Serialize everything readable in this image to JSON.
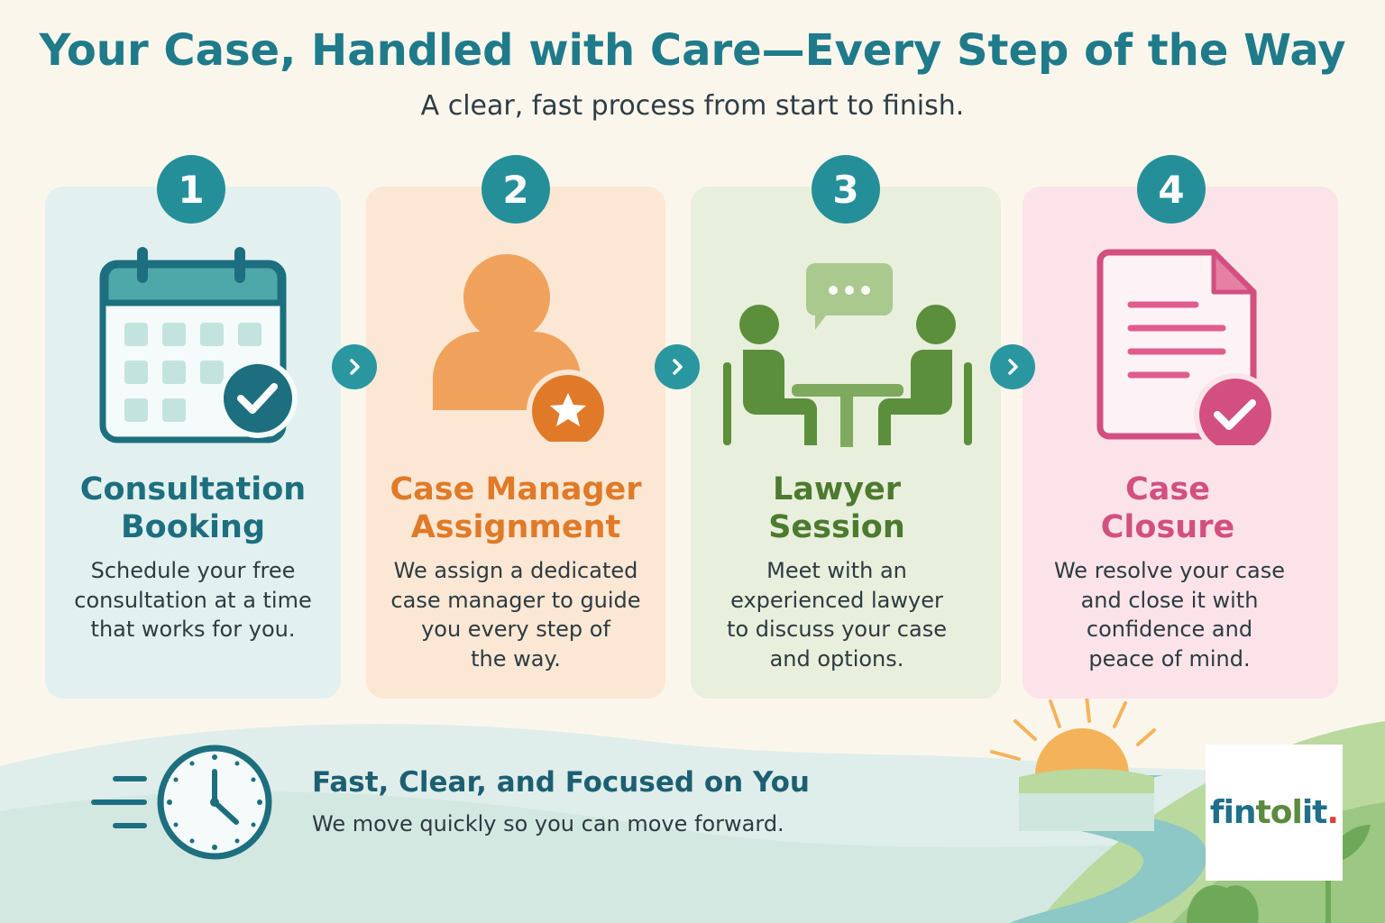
{
  "header": {
    "title": "Your Case, Handled with Care—Every Step of the Way",
    "subtitle": "A clear, fast process from start to finish."
  },
  "steps": [
    {
      "number": "1",
      "title_line1": "Consultation",
      "title_line2": "Booking",
      "desc": [
        "Schedule your free",
        "consultation at a time",
        "that works for you."
      ],
      "icon": "calendar-check-icon",
      "color": "#1d6f7f"
    },
    {
      "number": "2",
      "title_line1": "Case Manager",
      "title_line2": "Assignment",
      "desc": [
        "We assign a dedicated",
        "case manager to guide",
        "you every step of",
        "the way."
      ],
      "icon": "person-star-icon",
      "color": "#e07a28"
    },
    {
      "number": "3",
      "title_line1": "Lawyer",
      "title_line2": "Session",
      "desc": [
        "Meet with an",
        "experienced lawyer",
        "to discuss your case",
        "and options."
      ],
      "icon": "meeting-icon",
      "color": "#4c7a2e"
    },
    {
      "number": "4",
      "title_line1": "Case",
      "title_line2": "Closure",
      "desc": [
        "We resolve your case",
        "and close it with",
        "confidence and",
        "peace of mind."
      ],
      "icon": "document-check-icon",
      "color": "#d24f80"
    }
  ],
  "footer": {
    "title": "Fast, Clear, and Focused on You",
    "subtitle": "We move quickly so you can move forward.",
    "icon": "clock-icon"
  },
  "logo": {
    "part1": "fin",
    "part2": "tol",
    "part3": "it",
    "dot": "."
  },
  "colors": {
    "teal": "#258f99",
    "title": "#1f7a8a",
    "background": "#fbf6ec"
  }
}
